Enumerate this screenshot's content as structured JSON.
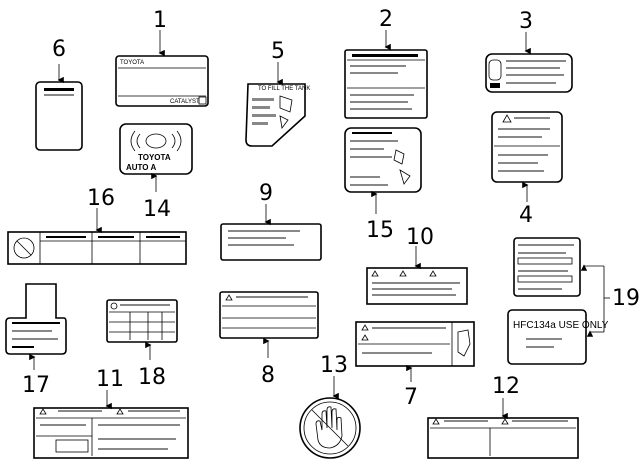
{
  "callouts": {
    "c1": "1",
    "c2": "2",
    "c3": "3",
    "c4": "4",
    "c5": "5",
    "c6": "6",
    "c7": "7",
    "c8": "8",
    "c9": "9",
    "c10": "10",
    "c11": "11",
    "c12": "12",
    "c13": "13",
    "c14": "14",
    "c15": "15",
    "c16": "16",
    "c17": "17",
    "c18": "18",
    "c19": "19"
  },
  "label_text": {
    "toyota": "TOYOTA",
    "catalyst": "CATALYST",
    "to_fill_the_tank": "TO FILL THE TANK",
    "emblem_line1": "TOYOTA",
    "emblem_line2": "AUTO A",
    "hfc": "HFC134a USE ONLY"
  }
}
